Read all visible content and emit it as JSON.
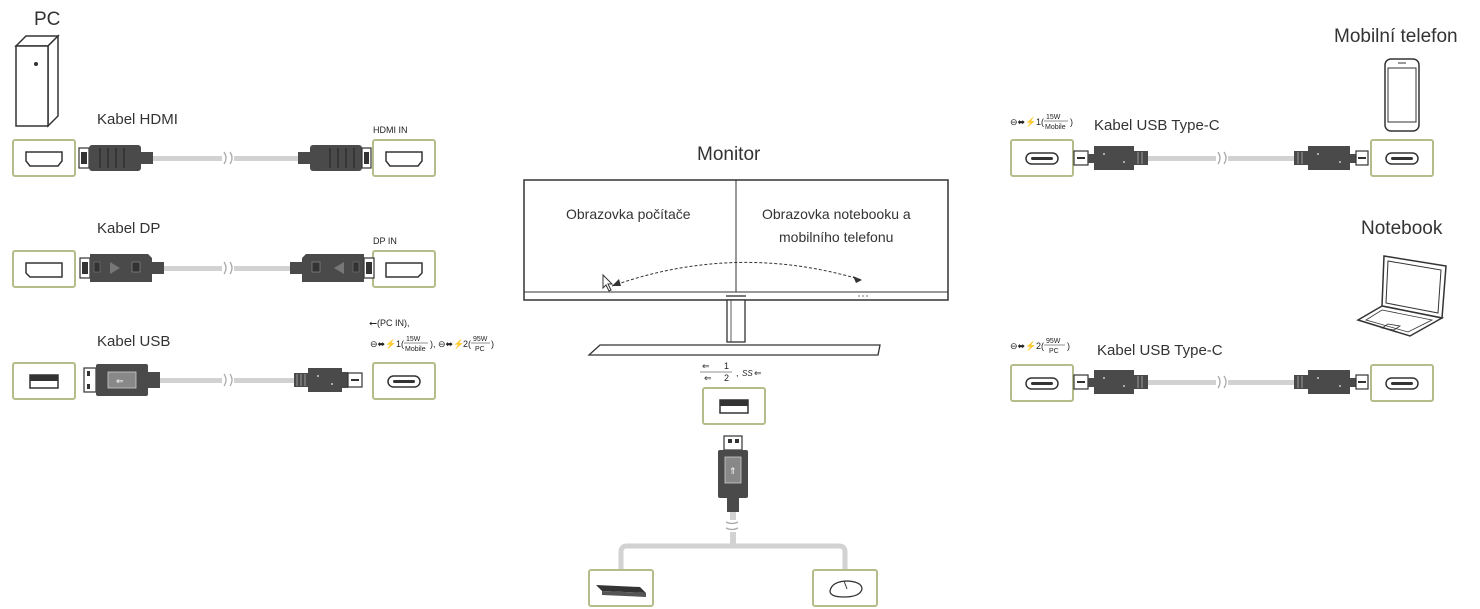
{
  "devices": {
    "pc": "PC",
    "mobile": "Mobilní telefon",
    "notebook": "Notebook",
    "monitor": "Monitor"
  },
  "cables": {
    "hdmi": "Kabel HDMI",
    "dp": "Kabel DP",
    "usb": "Kabel USB",
    "usbc_mobile": "Kabel USB Type-C",
    "usbc_notebook": "Kabel USB Type-C"
  },
  "ports": {
    "hdmi_in": "HDMI IN",
    "dp_in": "DP IN",
    "usb_pc_in": "(PC IN),",
    "usbc1_suffix": "1(",
    "usbc2_suffix": "2(",
    "w15": "15W",
    "mobile_sub": "Mobile",
    "w95": "95W",
    "pc_sub": "PC",
    "hub_1": "1",
    "hub_2": "2",
    "ss": "SS"
  },
  "screen": {
    "left_text": "Obrazovka počítače",
    "right_text_line1": "Obrazovka notebooku a",
    "right_text_line2": "mobilního telefonu"
  },
  "colors": {
    "port_border": "#b5bc8a",
    "cable": "#d2d2d2",
    "connector": "#4a4a4a",
    "dark": "#333333"
  }
}
